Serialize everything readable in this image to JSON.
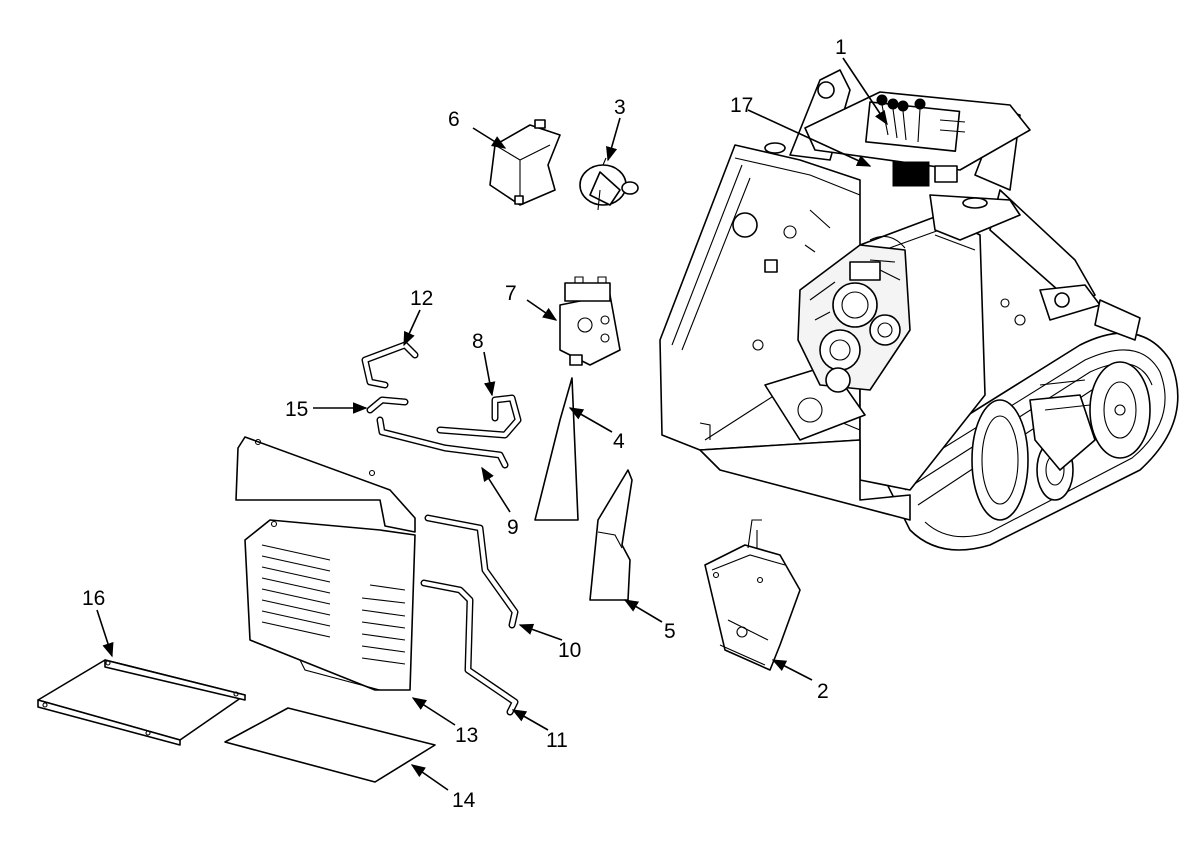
{
  "diagram": {
    "background": "#ffffff",
    "line_color": "#000000",
    "callouts": [
      {
        "id": "c1",
        "label": "1"
      },
      {
        "id": "c2",
        "label": "2"
      },
      {
        "id": "c3",
        "label": "3"
      },
      {
        "id": "c4",
        "label": "4"
      },
      {
        "id": "c5",
        "label": "5"
      },
      {
        "id": "c6",
        "label": "6"
      },
      {
        "id": "c7",
        "label": "7"
      },
      {
        "id": "c8",
        "label": "8"
      },
      {
        "id": "c9",
        "label": "9"
      },
      {
        "id": "c10",
        "label": "10"
      },
      {
        "id": "c11",
        "label": "11"
      },
      {
        "id": "c12",
        "label": "12"
      },
      {
        "id": "c13",
        "label": "13"
      },
      {
        "id": "c14",
        "label": "14"
      },
      {
        "id": "c15",
        "label": "15"
      },
      {
        "id": "c16",
        "label": "16"
      },
      {
        "id": "c17",
        "label": "17"
      }
    ]
  }
}
